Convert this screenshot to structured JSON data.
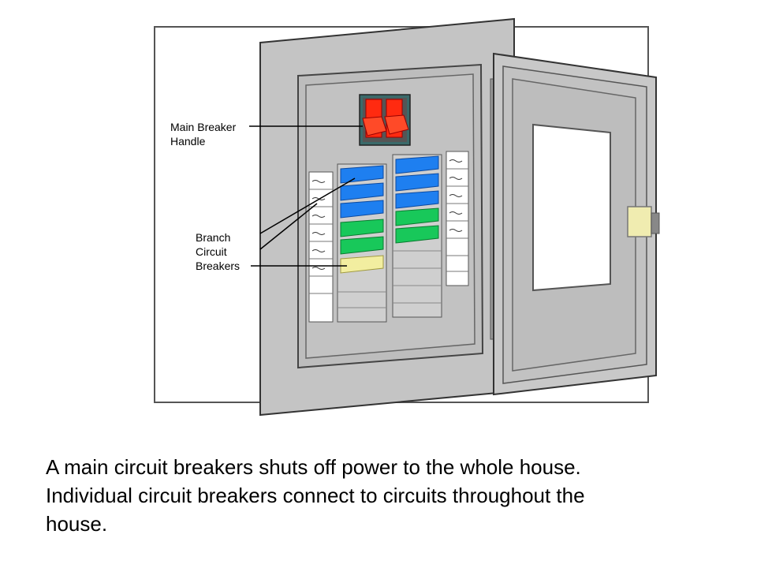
{
  "diagram": {
    "labels": {
      "main_breaker": [
        "Main Breaker",
        "Handle"
      ],
      "branch_breakers": [
        "Branch",
        "Circuit",
        "Breakers"
      ]
    },
    "colors": {
      "panel": "#c4c4c4",
      "door": "#c8c8c8",
      "main_handle": "#ff2a10",
      "breaker_blue": "#1e7ff0",
      "breaker_green": "#18c85a",
      "breaker_yellow": "#f2eea0",
      "latch": "#f0ecb0"
    },
    "left_column_breakers": [
      "blue",
      "blue",
      "blue",
      "green",
      "green",
      "yellow"
    ],
    "right_column_breakers": [
      "blue",
      "blue",
      "blue",
      "green",
      "green"
    ]
  },
  "caption": {
    "line1": "A main circuit breakers shuts off power to the whole house.",
    "line2": "Individual circuit breakers connect to circuits throughout the",
    "line3": "house."
  }
}
